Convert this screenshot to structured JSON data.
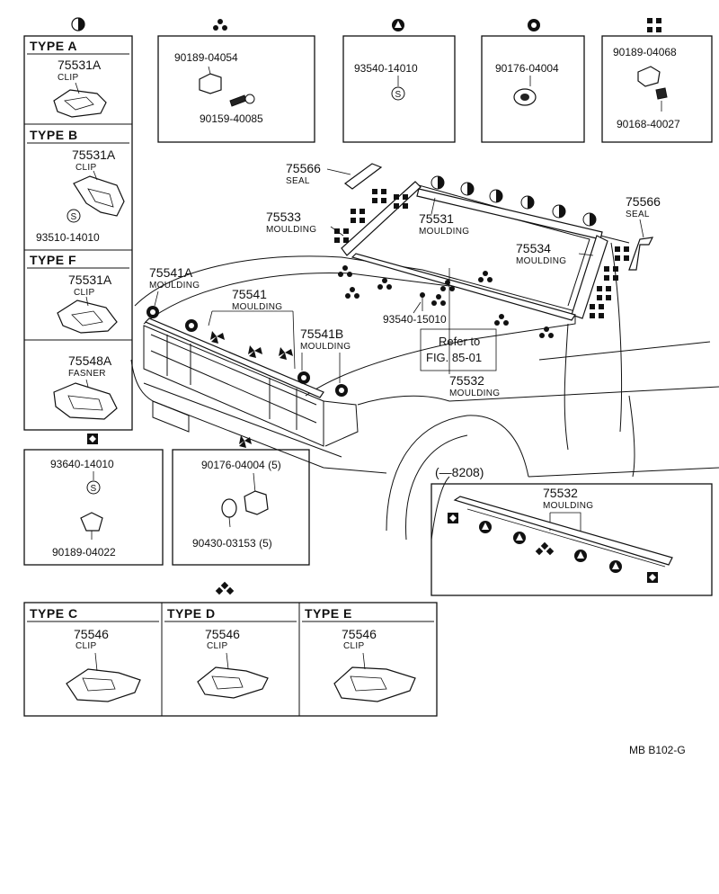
{
  "type_boxes": {
    "type_a": {
      "title": "TYPE A",
      "part": "75531A",
      "name": "CLIP"
    },
    "type_b": {
      "title": "TYPE B",
      "part": "75531A",
      "name": "CLIP",
      "screw": "93510-14010"
    },
    "type_f": {
      "title": "TYPE F",
      "part": "75531A",
      "name": "CLIP"
    },
    "fasner": {
      "part": "75548A",
      "name": "FASNER"
    },
    "type_c": {
      "title": "TYPE C",
      "part": "75546",
      "name": "CLIP"
    },
    "type_d": {
      "title": "TYPE D",
      "part": "75546",
      "name": "CLIP"
    },
    "type_e": {
      "title": "TYPE E",
      "part": "75546",
      "name": "CLIP"
    }
  },
  "detail_boxes": {
    "trefoil": {
      "part1": "90189-04054",
      "part2": "90159-40085"
    },
    "triangle": {
      "part": "93540-14010"
    },
    "gear": {
      "part": "90176-04004"
    },
    "cross": {
      "part1": "90189-04068",
      "part2": "90168-40027"
    },
    "square_diamond": {
      "part1": "93640-14010",
      "part2": "90189-04022"
    },
    "pinwheel": {
      "part1": "90176-04004 (5)",
      "part2": "90430-03153 (5)"
    }
  },
  "callouts": {
    "seal_upper": {
      "part": "75566",
      "name": "SEAL"
    },
    "seal_right": {
      "part": "75566",
      "name": "SEAL"
    },
    "m75533": {
      "part": "75533",
      "name": "MOULDING"
    },
    "m75531": {
      "part": "75531",
      "name": "MOULDING"
    },
    "m75534": {
      "part": "75534",
      "name": "MOULDING"
    },
    "m75541a": {
      "part": "75541A",
      "name": "MOULDING"
    },
    "m75541": {
      "part": "75541",
      "name": "MOULDING"
    },
    "m75541b": {
      "part": "75541B",
      "name": "MOULDING"
    },
    "bolt": {
      "part": "93540-15010"
    },
    "refer_line1": "Refer to",
    "refer_line2": "FIG. 85-01",
    "m75532": {
      "part": "75532",
      "name": "MOULDING"
    },
    "fender_ref": "(—8208)",
    "inset_75532": {
      "part": "75532",
      "name": "MOULDING"
    }
  },
  "stamp": "MB B102-G",
  "s_glyph": "S"
}
